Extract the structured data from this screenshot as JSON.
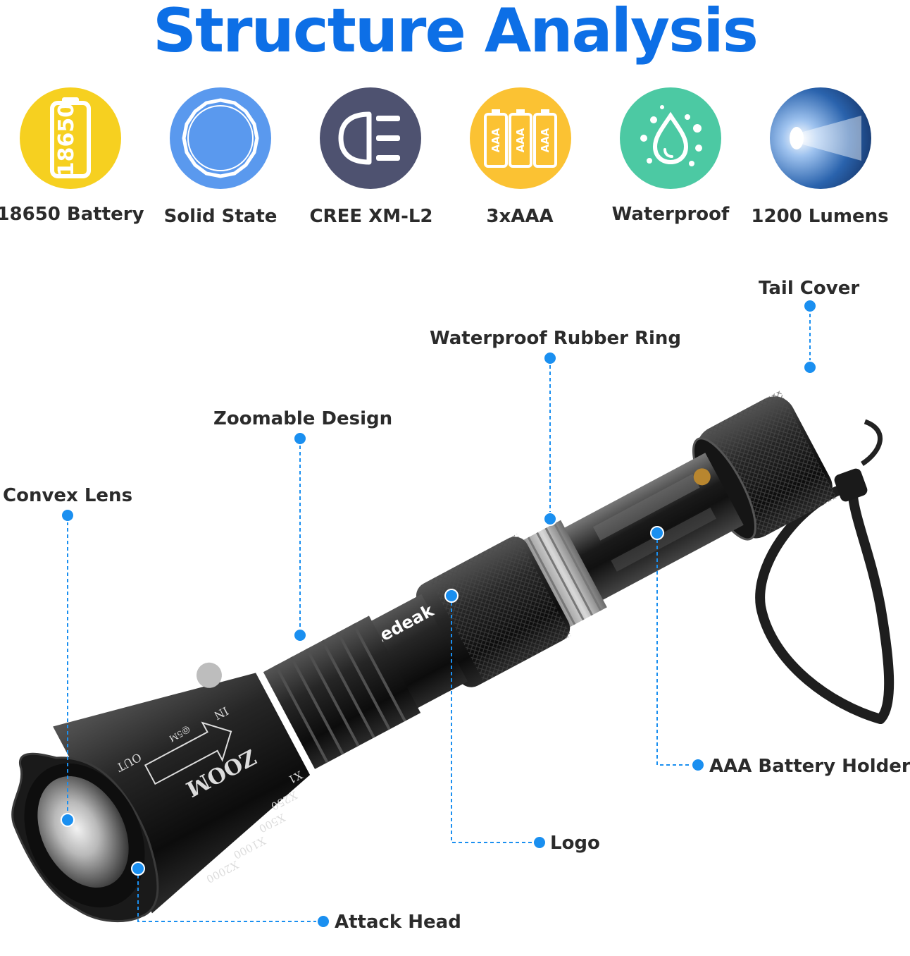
{
  "title": "Structure Analysis",
  "features": [
    {
      "label": "18650 Battery",
      "icon": "battery-18650-icon",
      "color": "#f6d020",
      "icon_text": "18650"
    },
    {
      "label": "Solid State",
      "icon": "solid-state-icon",
      "color": "#5a99ee"
    },
    {
      "label": "CREE XM-L2",
      "icon": "headlight-beam-icon",
      "color": "#4e5270"
    },
    {
      "label": "3xAAA",
      "icon": "aaa-batteries-icon",
      "color": "#fbc233",
      "icon_text": "AAA"
    },
    {
      "label": "Waterproof",
      "icon": "water-drop-icon",
      "color": "#4cc9a3"
    },
    {
      "label": "1200 Lumens",
      "icon": "light-beam-icon",
      "color": "#1d4f93"
    }
  ],
  "callouts": {
    "tail_cover": "Tail Cover",
    "rubber_ring": "Waterproof Rubber Ring",
    "zoomable": "Zoomable Design",
    "convex_lens": "Convex Lens",
    "battery_holder": "AAA Battery Holder",
    "logo": "Logo",
    "attack_head": "Attack Head"
  },
  "product": {
    "brand": "Ledeak",
    "zoom_label": "ZOOM",
    "zoom_in": "IN",
    "zoom_out": "OUT",
    "zoom_range": "@5M",
    "zoom_levels": [
      "X1",
      "X250",
      "X500",
      "X1000",
      "X2000"
    ]
  },
  "colors": {
    "accent": "#0d6fe6",
    "marker": "#1a8ff0",
    "text": "#2b2b2b"
  }
}
